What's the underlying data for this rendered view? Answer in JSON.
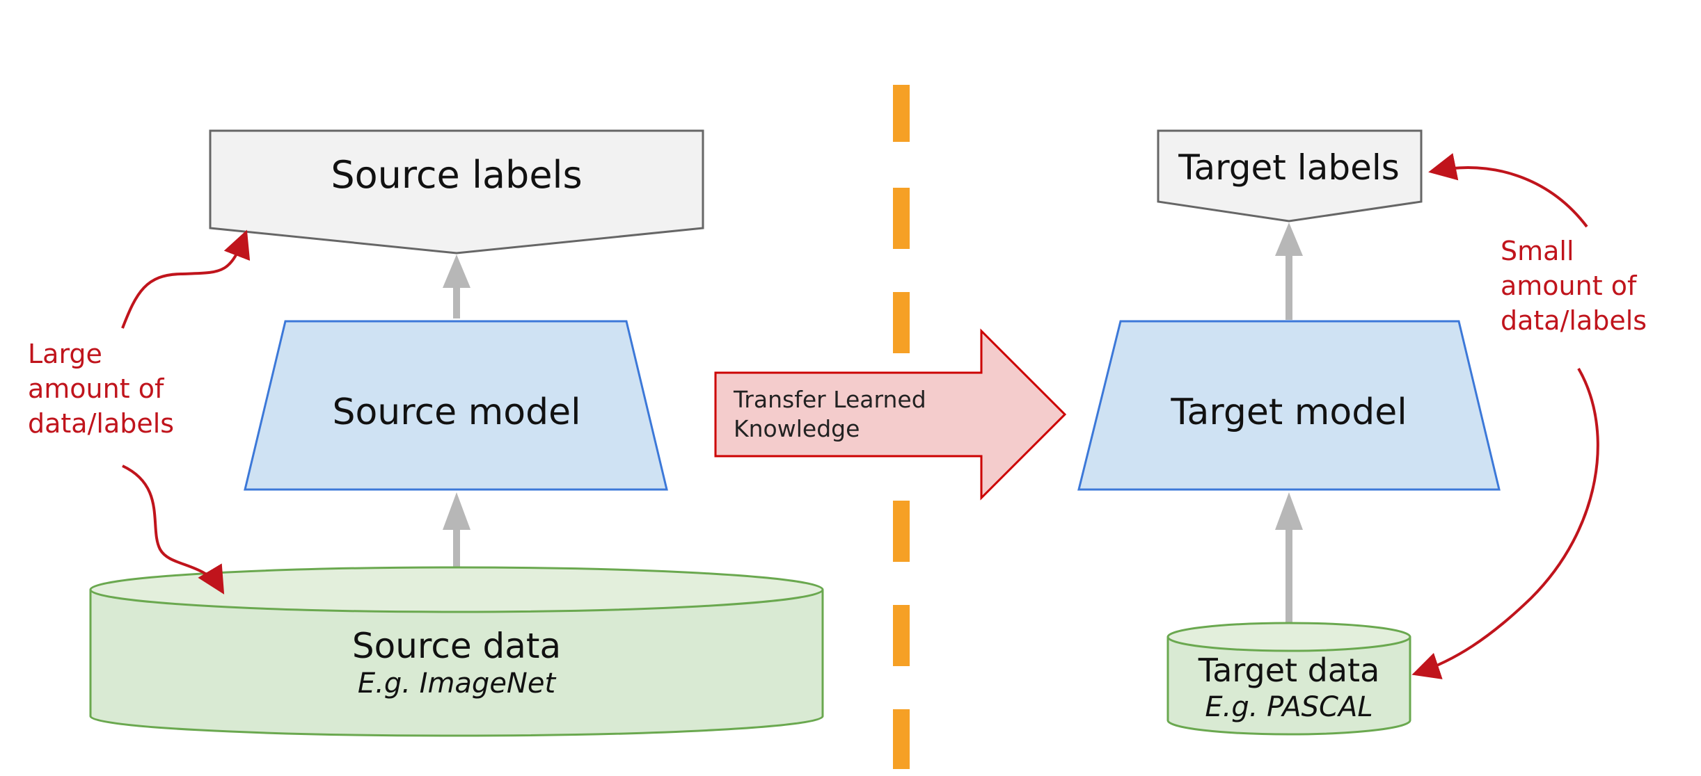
{
  "left": {
    "labels": "Source labels",
    "model": "Source model",
    "data_title": "Source data",
    "data_example": "E.g. ImageNet",
    "annotation": [
      "Large",
      "amount of",
      "data/labels"
    ]
  },
  "right": {
    "labels": "Target labels",
    "model": "Target model",
    "data_title": "Target data",
    "data_example": "E.g. PASCAL",
    "annotation": [
      "Small",
      "amount of",
      "data/labels"
    ]
  },
  "transfer": {
    "lines": [
      "Transfer Learned",
      "Knowledge"
    ]
  },
  "colors": {
    "labels_fill": "#f2f2f2",
    "labels_stroke": "#666666",
    "model_fill": "#cfe2f3",
    "model_stroke": "#3c78d8",
    "data_fill": "#d9ead3",
    "data_stroke": "#6aa84f",
    "transfer_fill": "#f4cccc",
    "transfer_stroke": "#cc0000",
    "annotation": "#c0141c",
    "divider": "#f6a025",
    "flow_arrow": "#b7b7b7"
  }
}
